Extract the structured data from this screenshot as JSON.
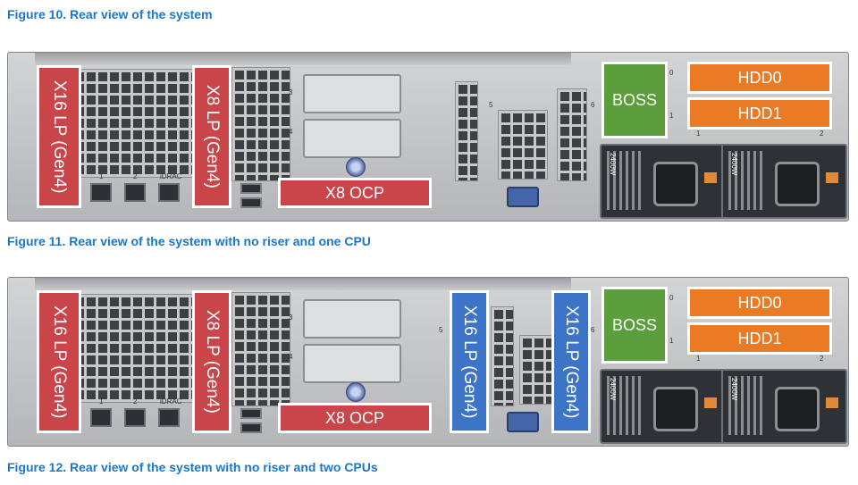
{
  "captions": {
    "fig10": "Figure 10. Rear view of the system",
    "fig11": "Figure 11. Rear view of the system with no riser and one CPU",
    "fig12": "Figure 12. Rear view of the system with no riser and two CPUs"
  },
  "panel1": {
    "slot_a": "X16 LP (Gen4)",
    "slot_b": "X8 LP (Gen4)",
    "ocp": "X8 OCP",
    "boss": "BOSS",
    "hdd0": "HDD0",
    "hdd1": "HDD1",
    "port_labels": [
      "1",
      "2",
      "iDRAC"
    ],
    "psu_label": "2400W",
    "slot_numbers": [
      "1",
      "2",
      "3",
      "4",
      "5",
      "6"
    ],
    "bay_numbers": [
      "0",
      "1"
    ],
    "psu_numbers": [
      "1",
      "2"
    ]
  },
  "panel2": {
    "slot_a": "X16 LP (Gen4)",
    "slot_b": "X8 LP (Gen4)",
    "ocp": "X8 OCP",
    "slot_c": "X16 LP (Gen4)",
    "slot_d": "X16 LP (Gen4)",
    "boss": "BOSS",
    "hdd0": "HDD0",
    "hdd1": "HDD1",
    "port_labels": [
      "1",
      "2",
      "iDRAC"
    ],
    "psu_label": "2400W",
    "slot_numbers": [
      "1",
      "2",
      "3",
      "4",
      "5",
      "6"
    ],
    "bay_numbers": [
      "0",
      "1"
    ],
    "psu_numbers": [
      "1",
      "2"
    ]
  },
  "colors": {
    "caption": "#1a77c9",
    "cpu1_slot": "#c9454a",
    "cpu2_slot": "#3c74c8",
    "boss": "#5b9e3b",
    "hdd": "#ea7a24"
  }
}
